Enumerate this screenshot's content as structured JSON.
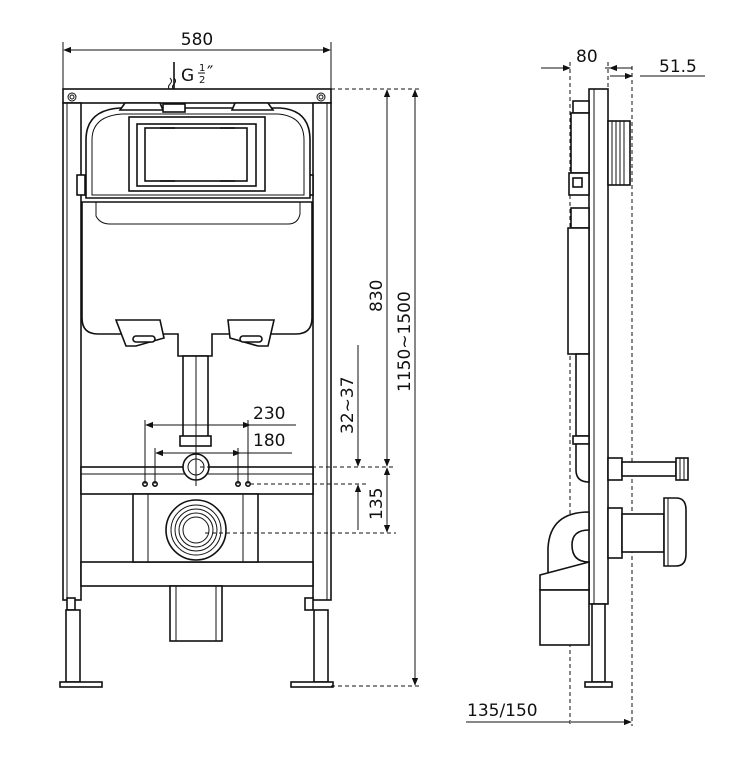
{
  "front_view": {
    "width_label": "580",
    "inlet_label": "G",
    "inlet_fraction_num": "1",
    "inlet_fraction_den": "2",
    "inlet_quote": "″",
    "height_tank_label": "830",
    "height_total_label": "1150~1500",
    "offset_label": "32~37",
    "bolt_outer_label": "230",
    "bolt_inner_label": "180",
    "drain_height_label": "135"
  },
  "side_view": {
    "depth_label": "80",
    "offset_label": "51.5",
    "drain_depth_label": "135/150"
  }
}
